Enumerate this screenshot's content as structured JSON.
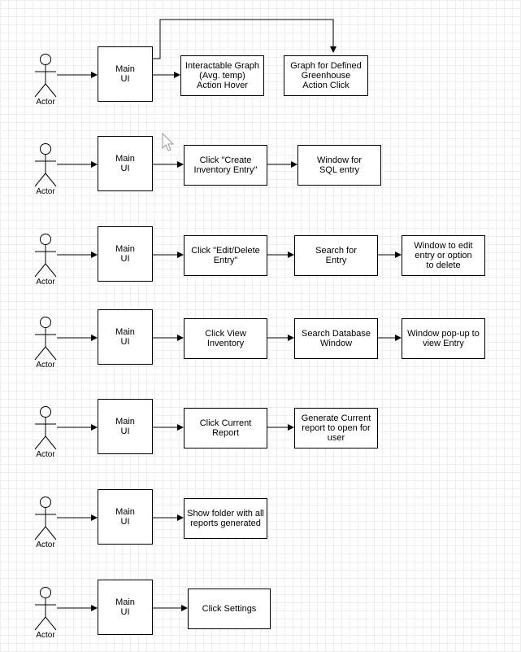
{
  "diagram": {
    "actor_label": "Actor",
    "rows": [
      {
        "main": "Main\nUI",
        "steps": [
          "Interactable Graph\n(Avg. temp)\nAction Hover",
          "Graph for Defined\nGreenhouse\nAction Click"
        ]
      },
      {
        "main": "Main\nUI",
        "steps": [
          "Click \"Create\nInventory Entry\"",
          "Window for\nSQL entry"
        ]
      },
      {
        "main": "Main\nUI",
        "steps": [
          "Click \"Edit/Delete\nEntry\"",
          "Search for\nEntry",
          "Window to edit\nentry or option\nto delete"
        ]
      },
      {
        "main": "Main\nUI",
        "steps": [
          "Click View\nInventory",
          "Search Database\nWindow",
          "Window pop-up to\nview Entry"
        ]
      },
      {
        "main": "Main\nUI",
        "steps": [
          "Click Current Report",
          "Generate Current\nreport to open for\nuser"
        ]
      },
      {
        "main": "Main\nUI",
        "steps": [
          "Show folder with all\nreports generated"
        ]
      },
      {
        "main": "Main\nUI",
        "steps": [
          "Click Settings"
        ]
      }
    ]
  }
}
